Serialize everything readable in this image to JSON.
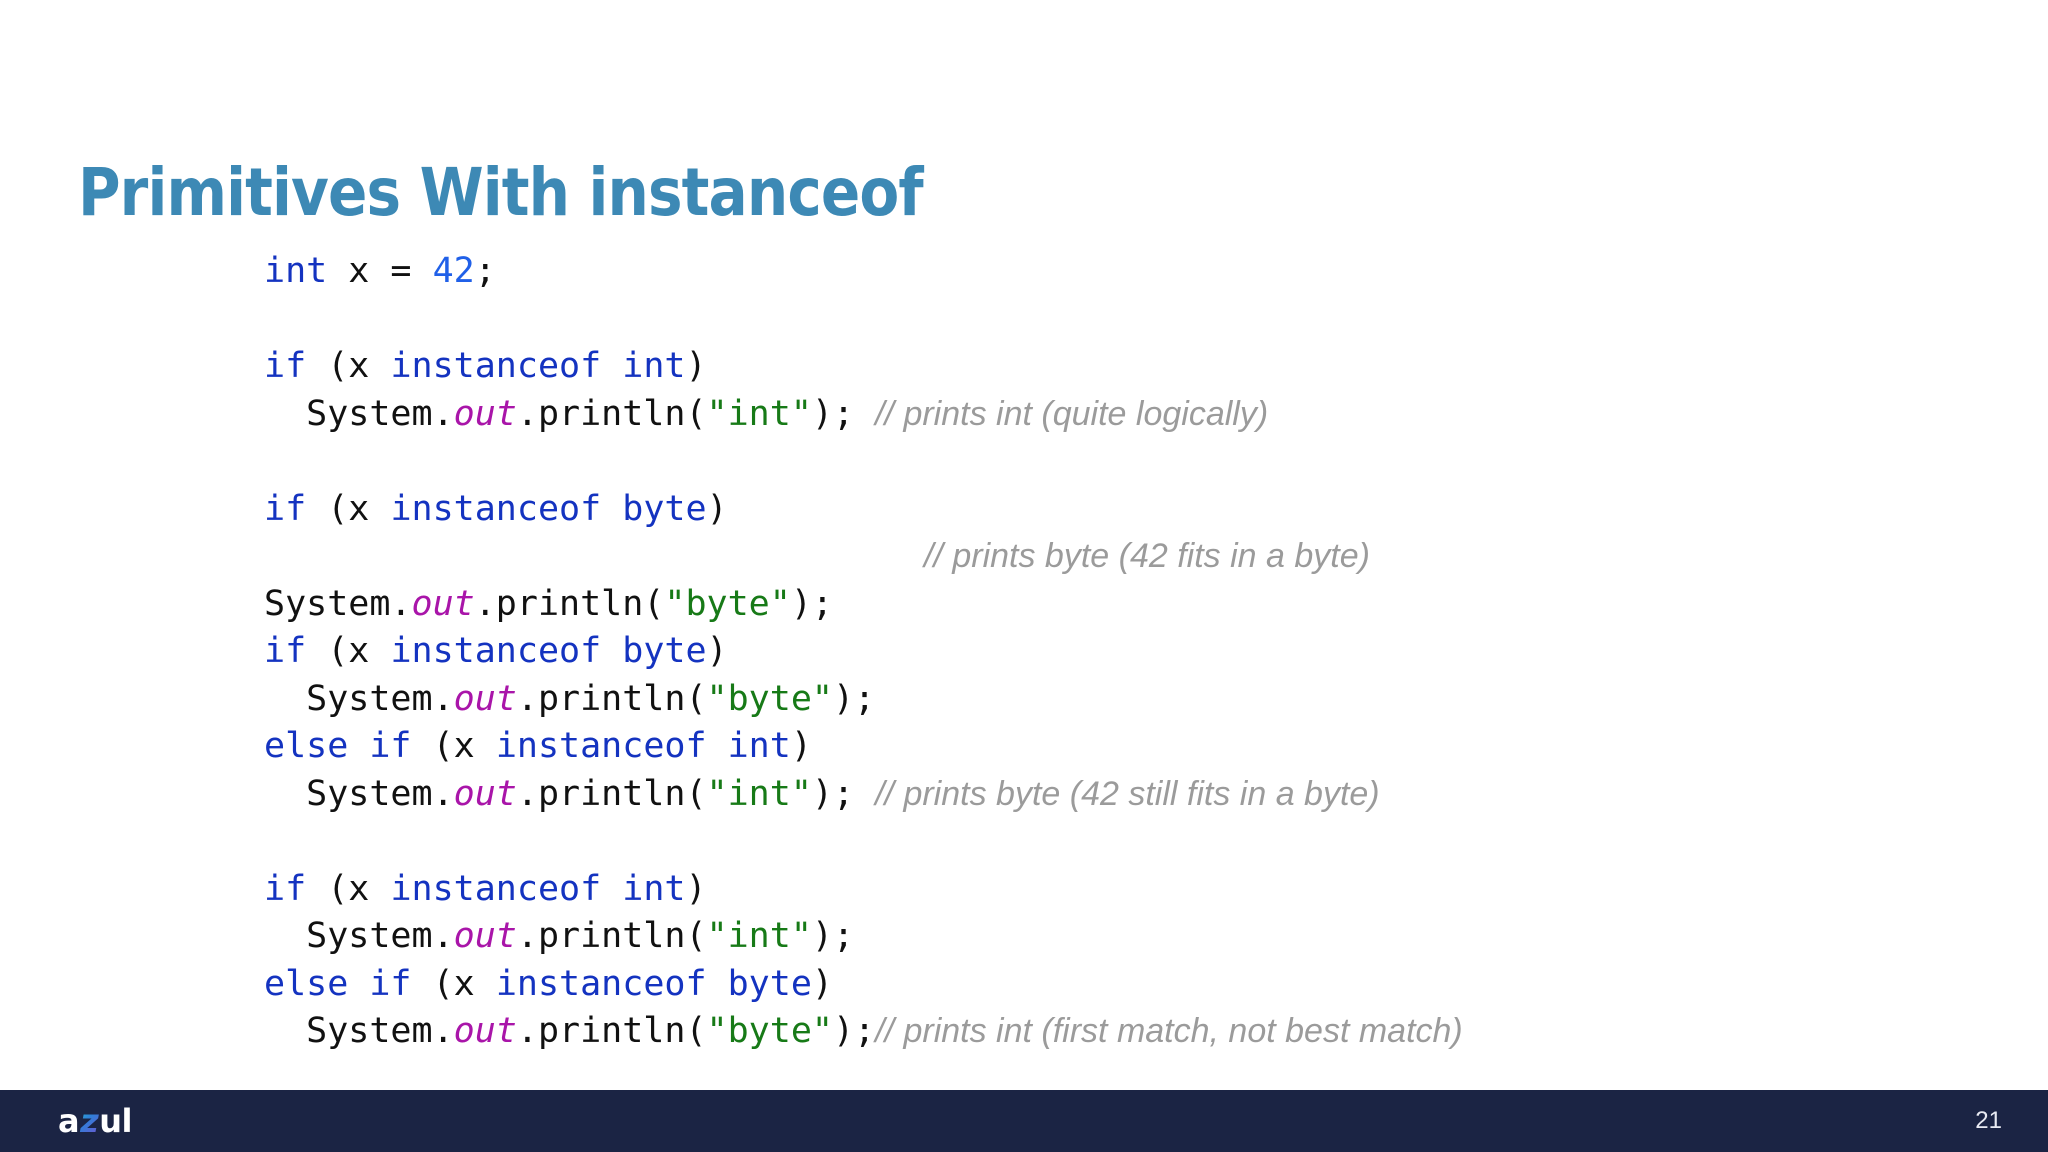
{
  "slide": {
    "title": "Primitives With instanceof",
    "background_color": "#ffffff",
    "title_color": "#3d89b5"
  },
  "code": {
    "language": "java",
    "colors": {
      "keyword": "#1433c0",
      "number": "#2060e8",
      "string": "#177a17",
      "field": "#a915a9",
      "comment": "#9b9b9b",
      "plain": "#111111"
    },
    "lines": [
      {
        "id": "l1",
        "indent": 0,
        "tokens": [
          {
            "t": "kw",
            "v": "int"
          },
          {
            "t": "plain",
            "v": " x = "
          },
          {
            "t": "num",
            "v": "42"
          },
          {
            "t": "plain",
            "v": ";"
          }
        ]
      },
      {
        "id": "l2",
        "blank": true,
        "tokens": []
      },
      {
        "id": "l3",
        "indent": 0,
        "tokens": [
          {
            "t": "kw",
            "v": "if"
          },
          {
            "t": "plain",
            "v": " (x "
          },
          {
            "t": "kw",
            "v": "instanceof int"
          },
          {
            "t": "plain",
            "v": ")"
          }
        ]
      },
      {
        "id": "l4",
        "indent": 0,
        "tokens": [
          {
            "t": "plain",
            "v": "  System."
          },
          {
            "t": "fld",
            "v": "out"
          },
          {
            "t": "plain",
            "v": ".println("
          },
          {
            "t": "str",
            "v": "\"int\""
          },
          {
            "t": "plain",
            "v": "); "
          },
          {
            "t": "cmt",
            "v": "// prints int (quite logically)"
          }
        ]
      },
      {
        "id": "l5",
        "blank": true,
        "tokens": []
      },
      {
        "id": "l6",
        "indent": 0,
        "tokens": [
          {
            "t": "kw",
            "v": "if"
          },
          {
            "t": "plain",
            "v": " (x "
          },
          {
            "t": "kw",
            "v": "instanceof byte"
          },
          {
            "t": "plain",
            "v": ")"
          }
        ]
      },
      {
        "id": "l7",
        "comment_only": true,
        "tokens": [
          {
            "t": "cmt",
            "v": "// prints byte (42 fits in a byte)"
          }
        ]
      },
      {
        "id": "l8",
        "indent": 0,
        "tokens": [
          {
            "t": "plain",
            "v": "System."
          },
          {
            "t": "fld",
            "v": "out"
          },
          {
            "t": "plain",
            "v": ".println("
          },
          {
            "t": "str",
            "v": "\"byte\""
          },
          {
            "t": "plain",
            "v": ");"
          }
        ]
      },
      {
        "id": "l9",
        "indent": 0,
        "tokens": [
          {
            "t": "kw",
            "v": "if"
          },
          {
            "t": "plain",
            "v": " (x "
          },
          {
            "t": "kw",
            "v": "instanceof byte"
          },
          {
            "t": "plain",
            "v": ")"
          }
        ]
      },
      {
        "id": "l10",
        "indent": 0,
        "tokens": [
          {
            "t": "plain",
            "v": "  System."
          },
          {
            "t": "fld",
            "v": "out"
          },
          {
            "t": "plain",
            "v": ".println("
          },
          {
            "t": "str",
            "v": "\"byte\""
          },
          {
            "t": "plain",
            "v": ");"
          }
        ]
      },
      {
        "id": "l11",
        "indent": 0,
        "tokens": [
          {
            "t": "kw",
            "v": "else if"
          },
          {
            "t": "plain",
            "v": " (x "
          },
          {
            "t": "kw",
            "v": "instanceof int"
          },
          {
            "t": "plain",
            "v": ")"
          }
        ]
      },
      {
        "id": "l12",
        "indent": 0,
        "tokens": [
          {
            "t": "plain",
            "v": "  System."
          },
          {
            "t": "fld",
            "v": "out"
          },
          {
            "t": "plain",
            "v": ".println("
          },
          {
            "t": "str",
            "v": "\"int\""
          },
          {
            "t": "plain",
            "v": "); "
          },
          {
            "t": "cmt",
            "v": "// prints byte (42 still fits in a byte)"
          }
        ]
      },
      {
        "id": "l13",
        "blank": true,
        "tokens": []
      },
      {
        "id": "l14",
        "indent": 0,
        "tokens": [
          {
            "t": "kw",
            "v": "if"
          },
          {
            "t": "plain",
            "v": " (x "
          },
          {
            "t": "kw",
            "v": "instanceof int"
          },
          {
            "t": "plain",
            "v": ")"
          }
        ]
      },
      {
        "id": "l15",
        "indent": 0,
        "tokens": [
          {
            "t": "plain",
            "v": "  System."
          },
          {
            "t": "fld",
            "v": "out"
          },
          {
            "t": "plain",
            "v": ".println("
          },
          {
            "t": "str",
            "v": "\"int\""
          },
          {
            "t": "plain",
            "v": ");"
          }
        ]
      },
      {
        "id": "l16",
        "indent": 0,
        "tokens": [
          {
            "t": "kw",
            "v": "else if"
          },
          {
            "t": "plain",
            "v": " (x "
          },
          {
            "t": "kw",
            "v": "instanceof byte"
          },
          {
            "t": "plain",
            "v": ")"
          }
        ]
      },
      {
        "id": "l17",
        "indent": 0,
        "tokens": [
          {
            "t": "plain",
            "v": "  System."
          },
          {
            "t": "fld",
            "v": "out"
          },
          {
            "t": "plain",
            "v": ".println("
          },
          {
            "t": "str",
            "v": "\"byte\""
          },
          {
            "t": "plain",
            "v": ");"
          },
          {
            "t": "cmt",
            "v": "// prints int (first match, not best match)"
          }
        ]
      }
    ]
  },
  "footer": {
    "background_color": "#1b2444",
    "logo": {
      "part1": "a",
      "part2": "z",
      "part3": "ul"
    },
    "page_number": "21"
  }
}
